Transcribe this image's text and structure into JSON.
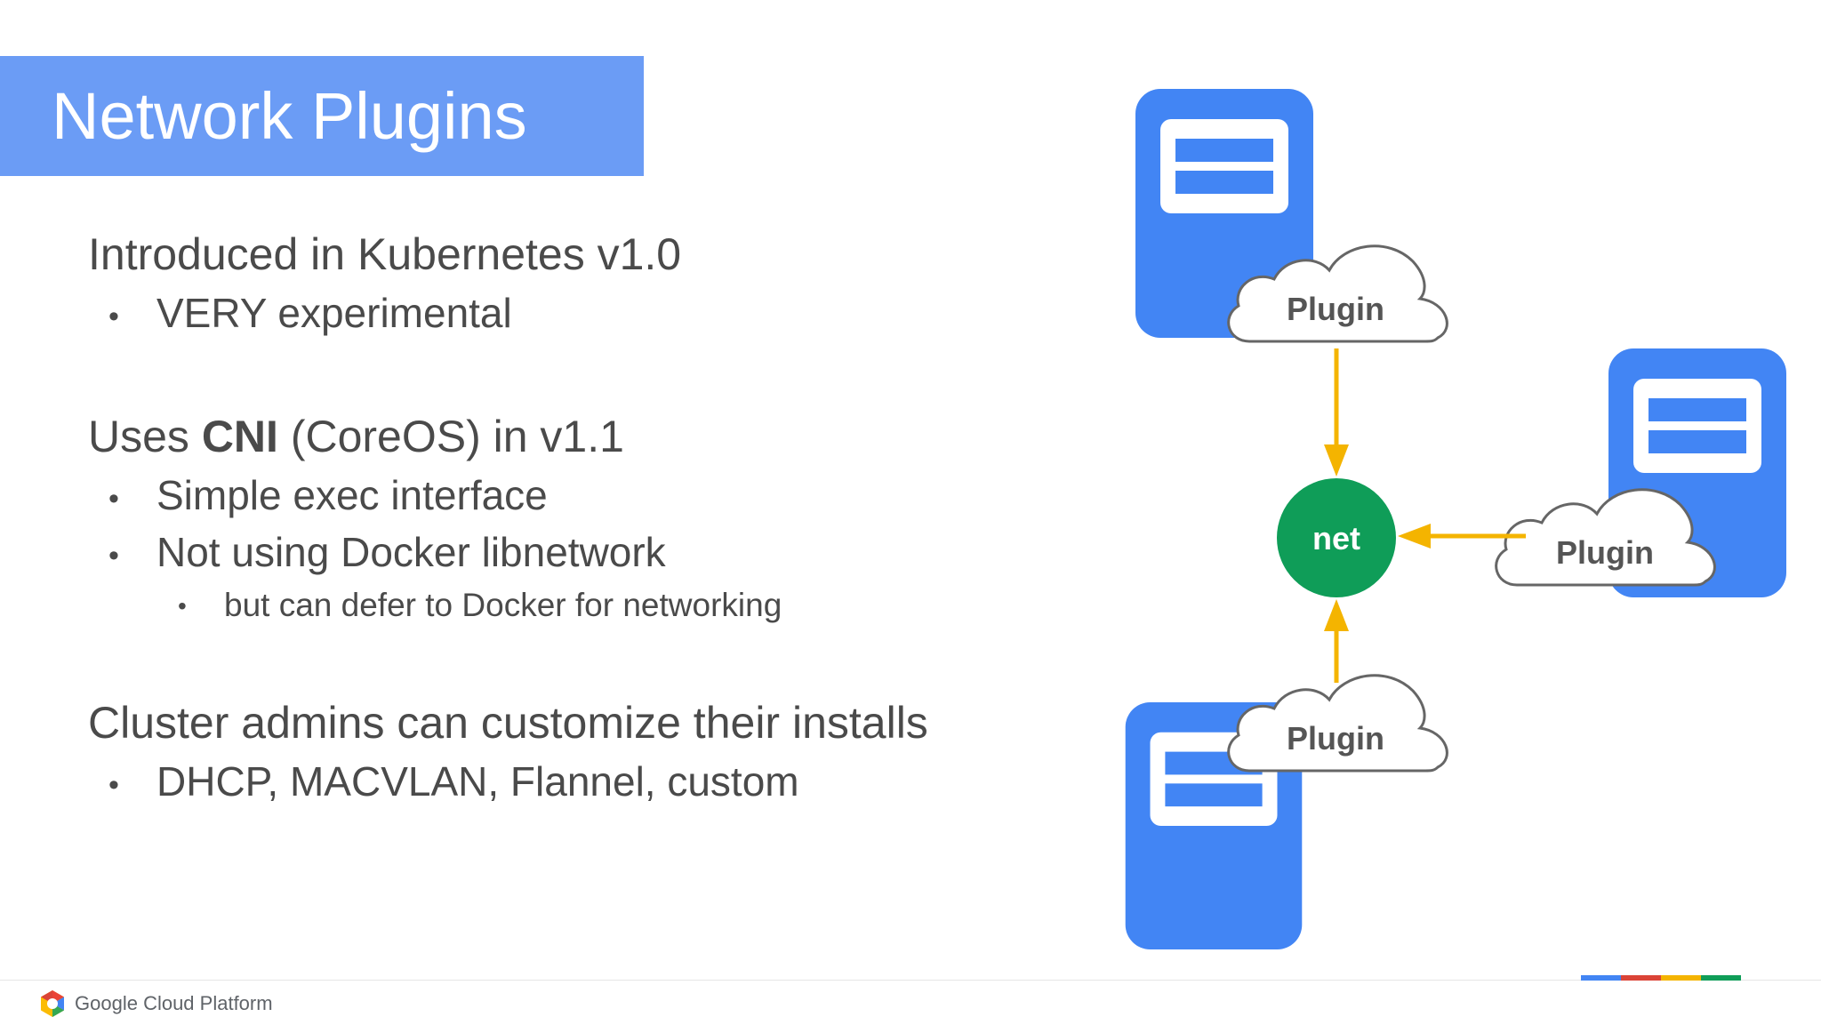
{
  "slide": {
    "title": "Network Plugins",
    "sections": [
      {
        "heading": "Introduced in Kubernetes v1.0",
        "bullets": [
          {
            "text": "VERY experimental"
          }
        ]
      },
      {
        "heading_prefix": "Uses ",
        "heading_bold": "CNI",
        "heading_suffix": " (CoreOS) in v1.1",
        "bullets": [
          {
            "text": "Simple exec interface"
          },
          {
            "text": "Not using Docker libnetwork",
            "sub_bullets": [
              {
                "text": "but can defer to Docker for networking"
              }
            ]
          }
        ]
      },
      {
        "heading": "Cluster admins can customize their installs",
        "bullets": [
          {
            "text": "DHCP, MACVLAN, Flannel, custom"
          }
        ]
      }
    ],
    "bullet_glyph": "•"
  },
  "diagram": {
    "center_label": "net",
    "nodes": [
      {
        "id": "node-top",
        "plugin_label": "Plugin",
        "icon": "server-icon"
      },
      {
        "id": "node-right",
        "plugin_label": "Plugin",
        "icon": "server-icon"
      },
      {
        "id": "node-bottom",
        "plugin_label": "Plugin",
        "icon": "server-icon"
      }
    ],
    "colors": {
      "server": "#4285f4",
      "net": "#0f9d58",
      "arrow": "#f4b400",
      "cloud_stroke": "#666666",
      "cloud_text": "#555555",
      "banner": "#6b9cf5"
    }
  },
  "footer": {
    "logo_icon": "google-cloud-logo-icon",
    "brand_google": "Google",
    "brand_rest": " Cloud Platform",
    "colorbar": [
      "#4285f4",
      "#db4437",
      "#f4b400",
      "#0f9d58"
    ]
  }
}
